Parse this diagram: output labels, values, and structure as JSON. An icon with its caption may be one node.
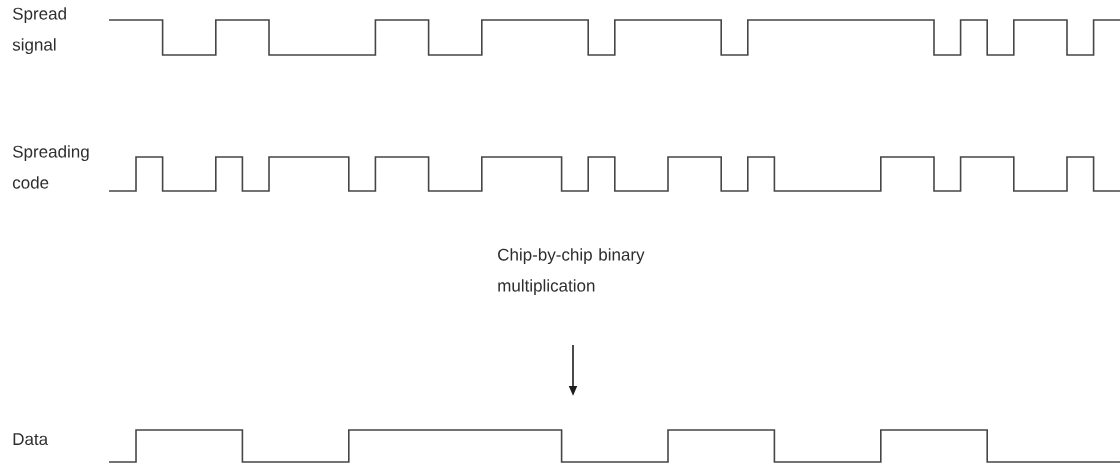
{
  "diagram": {
    "labels": [
      "Spread signal",
      "Spreading code",
      "Chip-by-chip binary multiplication",
      "Data"
    ]
  }
}
